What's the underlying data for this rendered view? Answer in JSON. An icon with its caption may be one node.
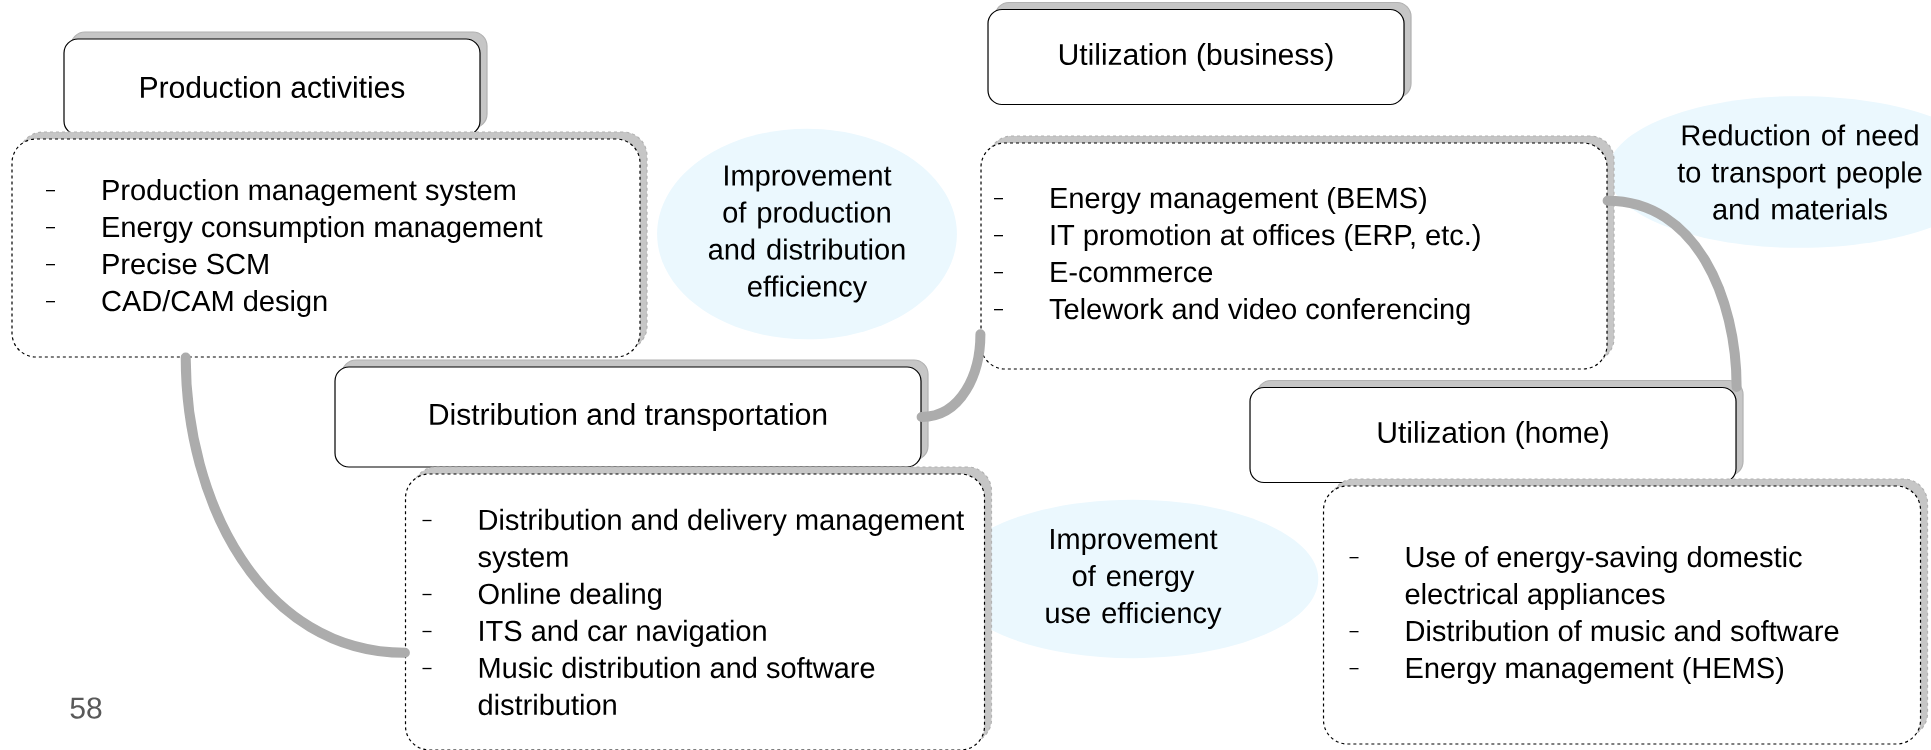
{
  "diagram": {
    "nodes": [
      {
        "text": [
          "Production activities"
        ]
      },
      {
        "text": [
          "Production management system",
          "Energy consumption management",
          "Precise SCM",
          "CAD/CAM design"
        ]
      },
      {
        "text": [
          "Utilization (business)"
        ]
      },
      {
        "text": [
          "Energy management (BEMS)",
          "IT promotion at offices (ERP, etc.)",
          "E-commerce",
          "Telework and video conferencing"
        ]
      },
      {
        "text": [
          "Distribution and transportation"
        ]
      },
      {
        "text": [
          "Distribution and delivery management system",
          "Online dealing",
          "ITS and car navigation",
          "Music distribution and software distribution"
        ]
      },
      {
        "text": [
          "Utilization (home)"
        ]
      },
      {
        "text": [
          "Use of energy-saving domestic electrical appliances",
          "Distribution of music and software",
          "Energy management (HEMS)"
        ]
      }
    ],
    "edges": [
      {
        "from": 1,
        "to": 5,
        "arrow": "none"
      },
      {
        "from": 4,
        "to": 3,
        "arrow": "none"
      },
      {
        "from": 3,
        "to": 6,
        "arrow": "none"
      }
    ],
    "labels": [
      "Improvement of production and distribution efficiency",
      "Reduction of need to transport people and materials",
      "Improvement of energy use efficiency",
      "58"
    ]
  }
}
